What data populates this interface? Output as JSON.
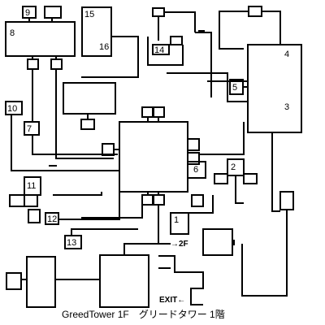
{
  "map": {
    "caption": "GreedTower 1F　グリードタワー 1階",
    "rooms": {
      "r1": "1",
      "r2": "2",
      "r3": "3",
      "r4": "4",
      "r5": "5",
      "r6": "6",
      "r7": "7",
      "r8": "8",
      "r9": "9",
      "r10": "10",
      "r11": "11",
      "r12": "12",
      "r13": "13",
      "r14": "14",
      "r15": "15",
      "r16": "16"
    },
    "stairs_up_label": "→2F",
    "exit_label": "EXIT←"
  }
}
